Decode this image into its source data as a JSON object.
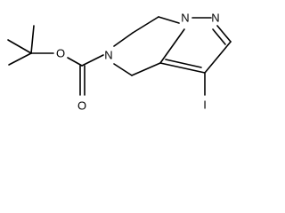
{
  "molecule": {
    "atoms": {
      "nitrogen_pyrazole_n1": "N",
      "nitrogen_pyrazole_n2": "N",
      "nitrogen_ring_n5": "N",
      "oxygen_ester": "O",
      "oxygen_carbonyl": "O",
      "iodine": "I"
    }
  }
}
